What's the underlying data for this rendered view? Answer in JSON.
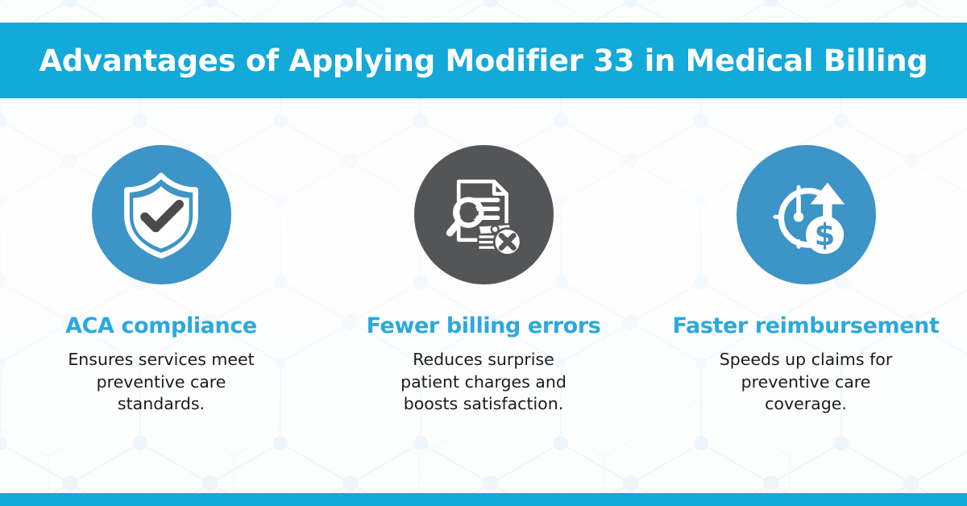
{
  "header": {
    "title": "Advantages of Applying Modifier 33 in Medical Billing",
    "bar_color": "#13a9d8",
    "title_color": "#ffffff"
  },
  "footer": {
    "bar_color": "#13a9d8"
  },
  "background": {
    "base_color": "#fafcfe",
    "pattern": "hexagon-network",
    "pattern_line_color": "#dceaf5",
    "pattern_node_color": "#d3e7f7"
  },
  "columns": [
    {
      "icon_name": "shield-check-icon",
      "icon_circle_color": "#3d94c6",
      "icon_glyph_color": "#ffffff",
      "icon_accent_color": "#4a4a4a",
      "heading": "ACA compliance",
      "heading_color": "#2ba9dd",
      "body": "Ensures services meet\npreventive care\nstandards."
    },
    {
      "icon_name": "billing-error-audit-icon",
      "icon_circle_color": "#545557",
      "icon_glyph_color": "#ffffff",
      "icon_accent_color": "#ffffff",
      "heading": "Fewer billing errors",
      "heading_color": "#2ba9dd",
      "body": "Reduces surprise\npatient charges and\nboosts satisfaction."
    },
    {
      "icon_name": "clock-dollar-arrow-icon",
      "icon_circle_color": "#3d94c6",
      "icon_glyph_color": "#ffffff",
      "icon_accent_color": "#ffffff",
      "heading": "Faster reimbursement",
      "heading_color": "#2ba9dd",
      "body": "Speeds up claims for\npreventive care\ncoverage."
    }
  ]
}
